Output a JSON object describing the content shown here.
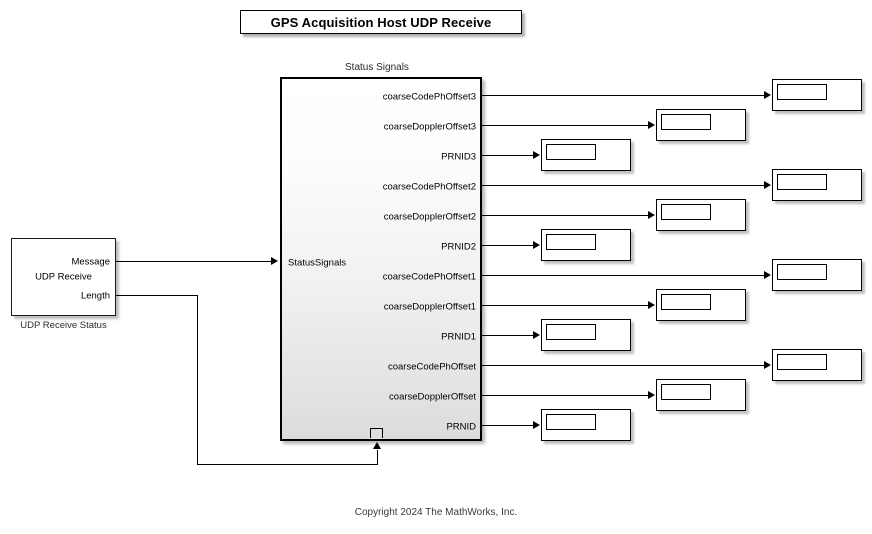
{
  "page": {
    "title": "GPS Acquisition Host UDP Receive",
    "copyright": "Copyright 2024 The MathWorks, Inc."
  },
  "annotations": {
    "status_signals_label": "Status Signals"
  },
  "udp_receive_block": {
    "name": "UDP Receive",
    "caption": "UDP Receive Status",
    "outputs": [
      {
        "label": "Message"
      },
      {
        "label": "Length"
      }
    ]
  },
  "subsystem_block": {
    "input_label": "StatusSignals",
    "trigger_icon": "rising-edge-trigger-icon",
    "outputs": [
      {
        "label": "coarseCodePhOffset3"
      },
      {
        "label": "coarseDopplerOffset3"
      },
      {
        "label": "PRNID3"
      },
      {
        "label": "coarseCodePhOffset2"
      },
      {
        "label": "coarseDopplerOffset2"
      },
      {
        "label": "PRNID2"
      },
      {
        "label": "coarseCodePhOffset1"
      },
      {
        "label": "coarseDopplerOffset1"
      },
      {
        "label": "PRNID1"
      },
      {
        "label": "coarseCodePhOffset"
      },
      {
        "label": "coarseDopplerOffset"
      },
      {
        "label": "PRNID"
      }
    ]
  },
  "displays": [
    {
      "value": "",
      "source": "coarseCodePhOffset3"
    },
    {
      "value": "",
      "source": "coarseDopplerOffset3"
    },
    {
      "value": "",
      "source": "PRNID3"
    },
    {
      "value": "",
      "source": "coarseCodePhOffset2"
    },
    {
      "value": "",
      "source": "coarseDopplerOffset2"
    },
    {
      "value": "",
      "source": "PRNID2"
    },
    {
      "value": "",
      "source": "coarseCodePhOffset1"
    },
    {
      "value": "",
      "source": "coarseDopplerOffset1"
    },
    {
      "value": "",
      "source": "PRNID1"
    },
    {
      "value": "",
      "source": "coarseCodePhOffset"
    },
    {
      "value": "",
      "source": "coarseDopplerOffset"
    },
    {
      "value": "",
      "source": "PRNID"
    }
  ],
  "colors": {
    "line": "#000000",
    "block_border": "#000000",
    "canvas": "#ffffff",
    "block_fill_top": "#ffffff",
    "block_fill_bottom": "#dcdcdc"
  }
}
